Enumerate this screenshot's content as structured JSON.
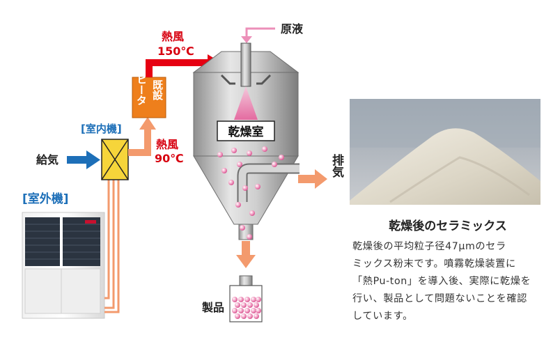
{
  "labels": {
    "outdoor_unit": "[室外機]",
    "indoor_unit": "[室内機]",
    "supply_air": "給気",
    "heater_col1": "ヒータ",
    "heater_col2": "既設",
    "hot_air_low_label": "熱風",
    "hot_air_low_temp": "90℃",
    "hot_air_high_label": "熱風",
    "hot_air_high_temp": "150℃",
    "raw_liquid": "原液",
    "drying_chamber": "乾燥室",
    "exhaust": "排気",
    "product": "製品"
  },
  "photo": {
    "caption_title": "乾燥後のセラミックス",
    "caption_lines": [
      "乾燥後の平均粒子径47μmのセラ",
      "ミックス粉末です。噴霧乾燥装置に",
      "「熱Pu-ton」を導入後、実際に乾燥を",
      "行い、製品として問題ないことを確認",
      "しています。"
    ]
  },
  "colors": {
    "hot_air_red": "#e60012",
    "warm_air_orange": "#f39a6d",
    "supply_blue": "#1d6fb8",
    "heater_orange": "#ee7f1c",
    "indoor_yellow": "#f6d53a",
    "label_blue": "#1d6fb8",
    "label_red": "#d7000f",
    "raw_liquid_pink": "#ec8fb8",
    "chamber_gray": "#a9a9a9"
  }
}
